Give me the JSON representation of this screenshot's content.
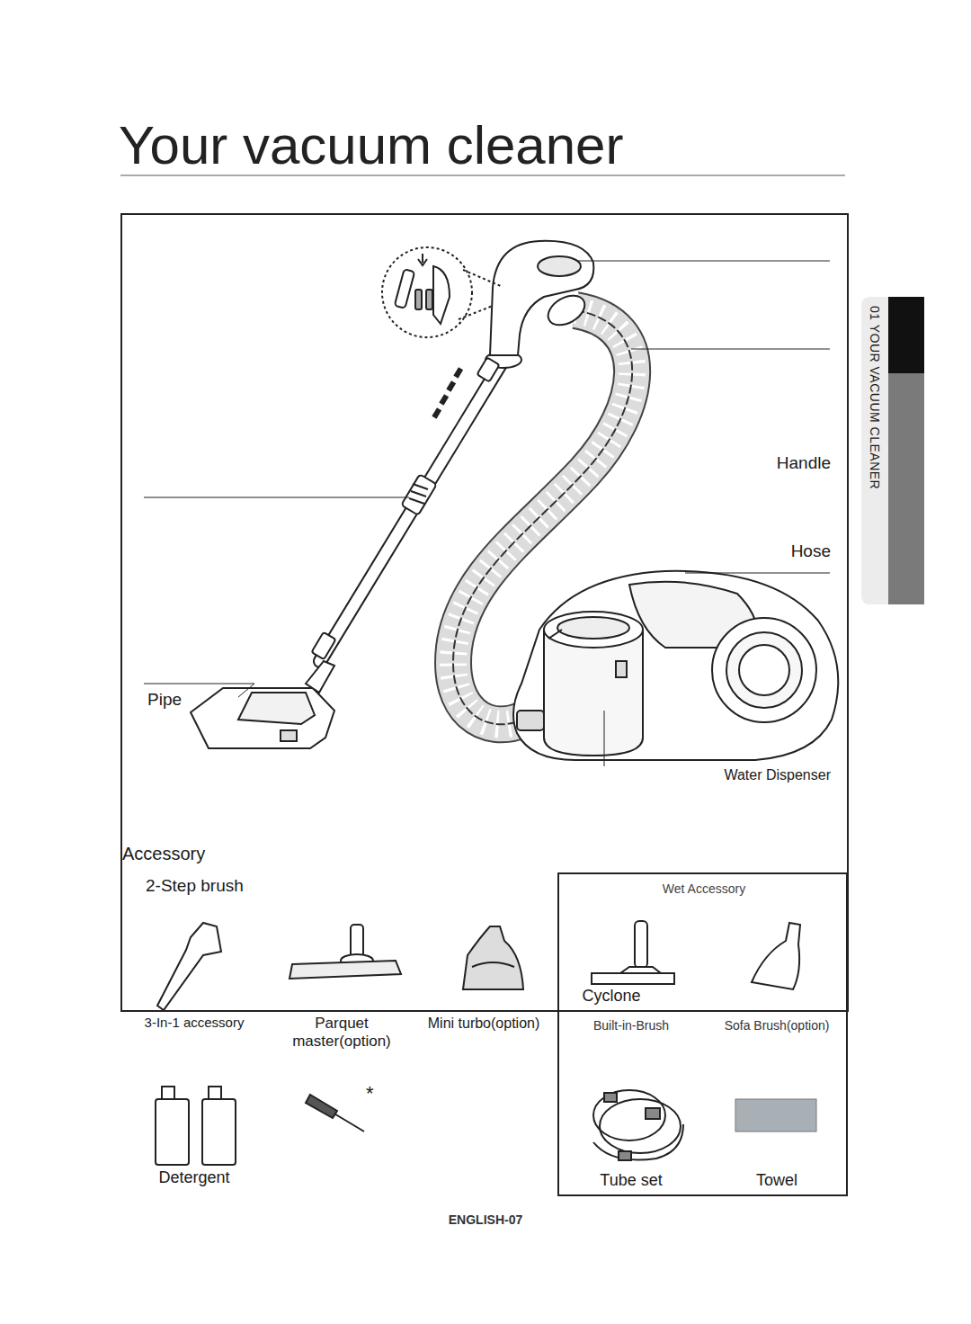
{
  "diagram": {
    "title": "Your vacuum cleaner",
    "nodes": [
      {
        "text": [
          "Handle",
          "Hose",
          "Pipe",
          "Water Dispenser",
          "2-Step brush",
          "Cyclone"
        ]
      },
      {
        "text": [
          "Wet Accessory",
          "Built-in-Brush",
          "Sofa Brush(option)",
          "Tube set",
          "Towel"
        ]
      }
    ],
    "labels": [
      "01 YOUR VACUUM CLEANER",
      "Accessory",
      "3-In-1 accessory",
      "Parquet master(option)",
      "Mini turbo(option)",
      "Detergent",
      "*",
      "ENGLISH-07"
    ]
  }
}
